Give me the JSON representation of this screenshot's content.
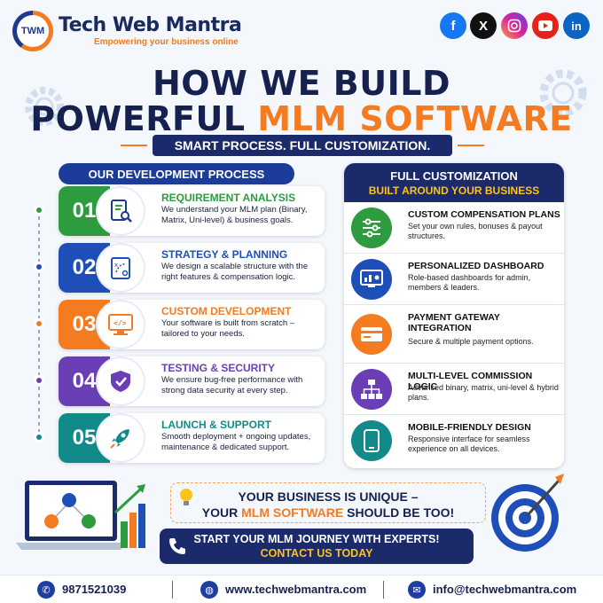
{
  "brand": {
    "logo_text": "TWM",
    "name": "Tech Web Mantra",
    "tagline": "Empowering your business online"
  },
  "social": [
    "facebook-icon",
    "x-icon",
    "instagram-icon",
    "youtube-icon",
    "linkedin-icon"
  ],
  "hero": {
    "line1": "HOW WE BUILD",
    "line2_a": "POWERFUL ",
    "line2_b": "MLM SOFTWARE",
    "sub": "SMART PROCESS. FULL CUSTOMIZATION."
  },
  "process": {
    "heading": "OUR DEVELOPMENT PROCESS",
    "steps": [
      {
        "num": "01",
        "title": "REQUIREMENT ANALYSIS",
        "desc": "We understand your MLM plan (Binary, Matrix, Uni-level) & business goals.",
        "color": "#2e9b3e",
        "icon": "document-search-icon"
      },
      {
        "num": "02",
        "title": "STRATEGY & PLANNING",
        "desc": "We design a scalable structure with the right features & compensation logic.",
        "color": "#1e4fb8",
        "icon": "strategy-board-icon"
      },
      {
        "num": "03",
        "title": "CUSTOM DEVELOPMENT",
        "desc": "Your software is built from scratch – tailored to your needs.",
        "color": "#f47b20",
        "icon": "code-monitor-icon"
      },
      {
        "num": "04",
        "title": "TESTING & SECURITY",
        "desc": "We ensure bug-free performance with strong data security at every step.",
        "color": "#6a3fb5",
        "icon": "shield-check-icon"
      },
      {
        "num": "05",
        "title": "LAUNCH & SUPPORT",
        "desc": "Smooth deployment + ongoing updates, maintenance & dedicated support.",
        "color": "#138a8a",
        "icon": "rocket-icon"
      }
    ]
  },
  "custom": {
    "heading1": "FULL CUSTOMIZATION",
    "heading2": "BUILT AROUND YOUR BUSINESS",
    "items": [
      {
        "title": "CUSTOM COMPENSATION PLANS",
        "desc": "Set your own rules, bonuses & payout structures.",
        "color": "#2e9b3e",
        "icon": "sliders-icon"
      },
      {
        "title": "PERSONALIZED DASHBOARD",
        "desc": "Role-based dashboards for admin, members & leaders.",
        "color": "#1e4fb8",
        "icon": "dashboard-icon"
      },
      {
        "title": "PAYMENT GATEWAY INTEGRATION",
        "desc": "Secure & multiple payment options.",
        "color": "#f47b20",
        "icon": "card-icon"
      },
      {
        "title": "MULTI-LEVEL COMMISSION LOGIC",
        "desc": "Advanced binary, matrix, uni-level & hybrid plans.",
        "color": "#6a3fb5",
        "icon": "hierarchy-icon"
      },
      {
        "title": "MOBILE-FRIENDLY DESIGN",
        "desc": "Responsive interface for seamless experience on all devices.",
        "color": "#138a8a",
        "icon": "mobile-icon"
      }
    ]
  },
  "unique": {
    "line1": "YOUR BUSINESS IS UNIQUE –",
    "line2_a": "YOUR ",
    "line2_b": "MLM SOFTWARE",
    "line2_c": " SHOULD BE TOO!"
  },
  "cta": {
    "line1": "START YOUR MLM JOURNEY WITH EXPERTS!",
    "line2": "CONTACT US TODAY"
  },
  "footer": {
    "phone": "9871521039",
    "web": "www.techwebmantra.com",
    "email": "info@techwebmantra.com"
  }
}
